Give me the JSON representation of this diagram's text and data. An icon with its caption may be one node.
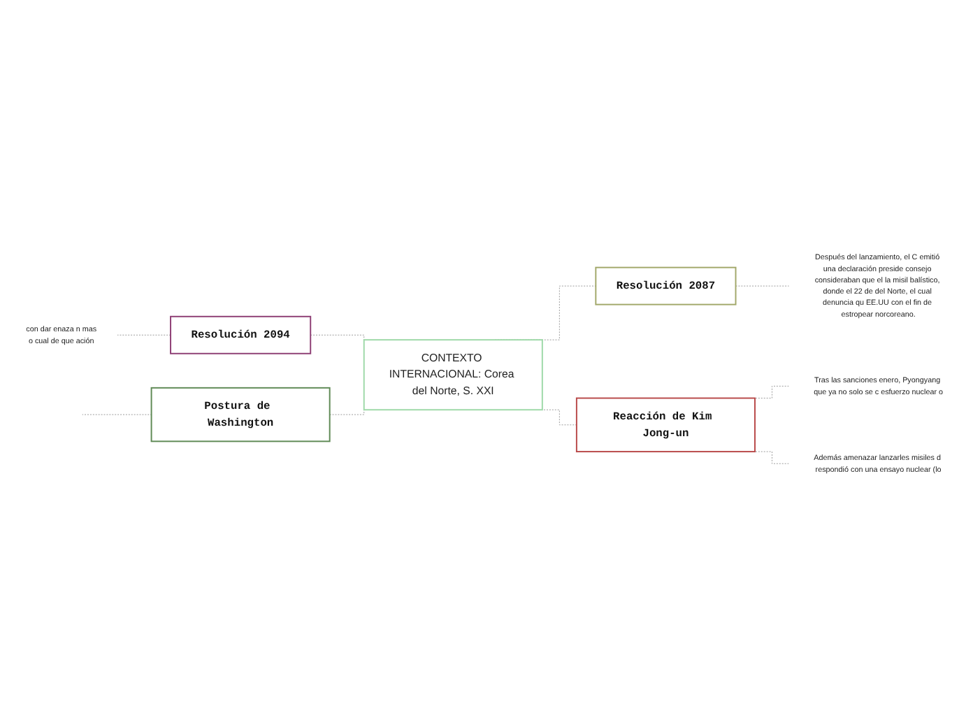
{
  "diagram": {
    "nodes": [
      {
        "text": [
          "CONTEXTO INTERNACIONAL: Corea del Norte, S. XXI"
        ]
      },
      {
        "text": [
          "Resolución 2094"
        ]
      },
      {
        "text": [
          "con dar enaza n mas",
          "o cual de que ación"
        ]
      },
      {
        "text": [
          "Postura de Washington"
        ]
      },
      {
        "text": [
          "Resolución 2087"
        ]
      },
      {
        "text": [
          "Después del lanzamiento, el C emitió una declaración preside consejo consideraban que el la misil balístico, donde el 22 de del Norte, el cual denuncia qu EE.UU con el fin de estropear norcoreano."
        ]
      },
      {
        "text": [
          "Reacción de Kim Jong-un"
        ]
      },
      {
        "text": [
          "Tras las sanciones enero, Pyongyang que ya no solo se c esfuerzo nuclear o"
        ]
      },
      {
        "text": [
          "Además amenazar lanzarles misiles d respondió con una ensayo nuclear (lo"
        ]
      }
    ],
    "edges": [
      {
        "from": 1,
        "to": 0,
        "arrow": "none",
        "style": "dashed"
      },
      {
        "from": 2,
        "to": 1,
        "arrow": "none",
        "style": "dashed"
      },
      {
        "from": 3,
        "to": 0,
        "arrow": "none",
        "style": "dashed"
      },
      {
        "from": null,
        "to": 3,
        "arrow": "none",
        "style": "dashed"
      },
      {
        "from": 0,
        "to": 4,
        "arrow": "none",
        "style": "dashed"
      },
      {
        "from": 4,
        "to": 5,
        "arrow": "none",
        "style": "dashed"
      },
      {
        "from": 0,
        "to": 6,
        "arrow": "none",
        "style": "dashed"
      },
      {
        "from": 6,
        "to": 7,
        "arrow": "none",
        "style": "dashed"
      },
      {
        "from": 6,
        "to": 8,
        "arrow": "none",
        "style": "dashed"
      }
    ]
  }
}
